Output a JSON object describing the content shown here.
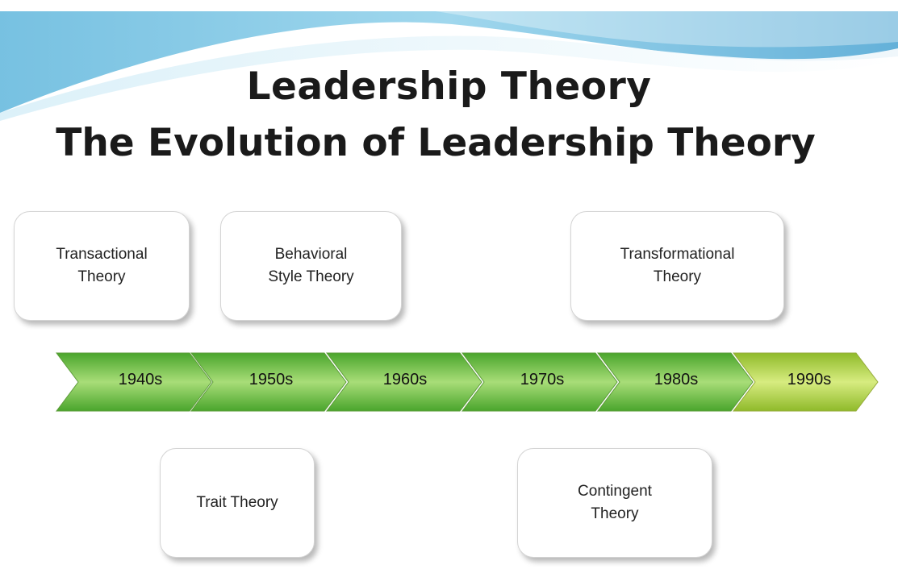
{
  "title": {
    "line1": "Leadership Theory",
    "line2": "The Evolution of Leadership Theory"
  },
  "colors": {
    "arrow_dark": "#4aa52c",
    "arrow_light": "#a8dd78",
    "arrow_last_dark": "#8fba2a",
    "arrow_last_light": "#d7ec80",
    "wave_blue": "#4fa9d6",
    "wave_light": "#bfe3f3"
  },
  "timeline": {
    "decades": [
      "1940s",
      "1950s",
      "1960s",
      "1970s",
      "1980s",
      "1990s"
    ]
  },
  "theories_top": [
    {
      "label": "Transactional\nTheory"
    },
    {
      "label": "Behavioral\nStyle Theory"
    },
    {
      "label": "Transformational\nTheory"
    }
  ],
  "theories_bottom": [
    {
      "label": "Trait Theory"
    },
    {
      "label": "Contingent\nTheory"
    }
  ]
}
